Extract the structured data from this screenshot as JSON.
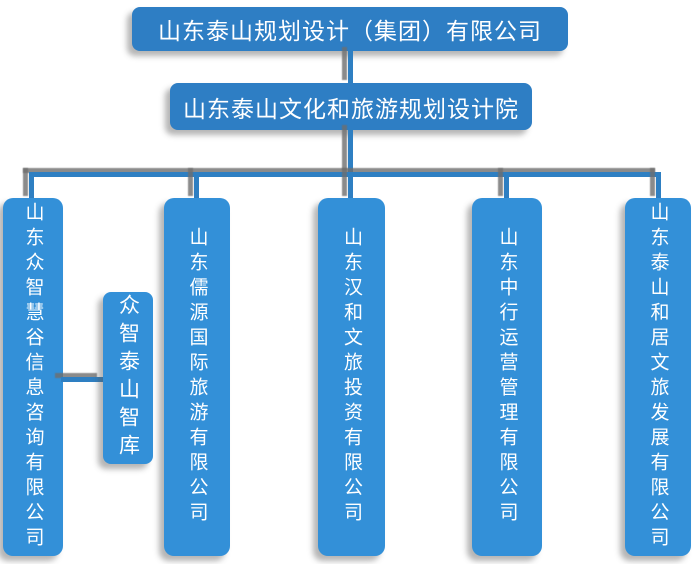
{
  "org": {
    "root": {
      "label": "山东泰山规划设计（集团）有限公司"
    },
    "institute": {
      "label": "山东泰山文化和旅游规划设计院"
    },
    "subsidiaries": [
      {
        "label": "山东众智慧谷信息咨询有限公司"
      },
      {
        "label": "山东儒源国际旅游有限公司"
      },
      {
        "label": "山东汉和文旅投资有限公司"
      },
      {
        "label": "山东中行运营管理有限公司"
      },
      {
        "label": "山东泰山和居文旅发展有限公司"
      }
    ],
    "affiliate": {
      "label": "众智泰山智库"
    }
  },
  "colors": {
    "header_box": "#2e7ec4",
    "subsidiary_box": "#3390d8",
    "connector": "#2e7fc2",
    "connector_shadow": "#6e6e6e",
    "text": "#ffffff",
    "background": "#ffffff"
  }
}
